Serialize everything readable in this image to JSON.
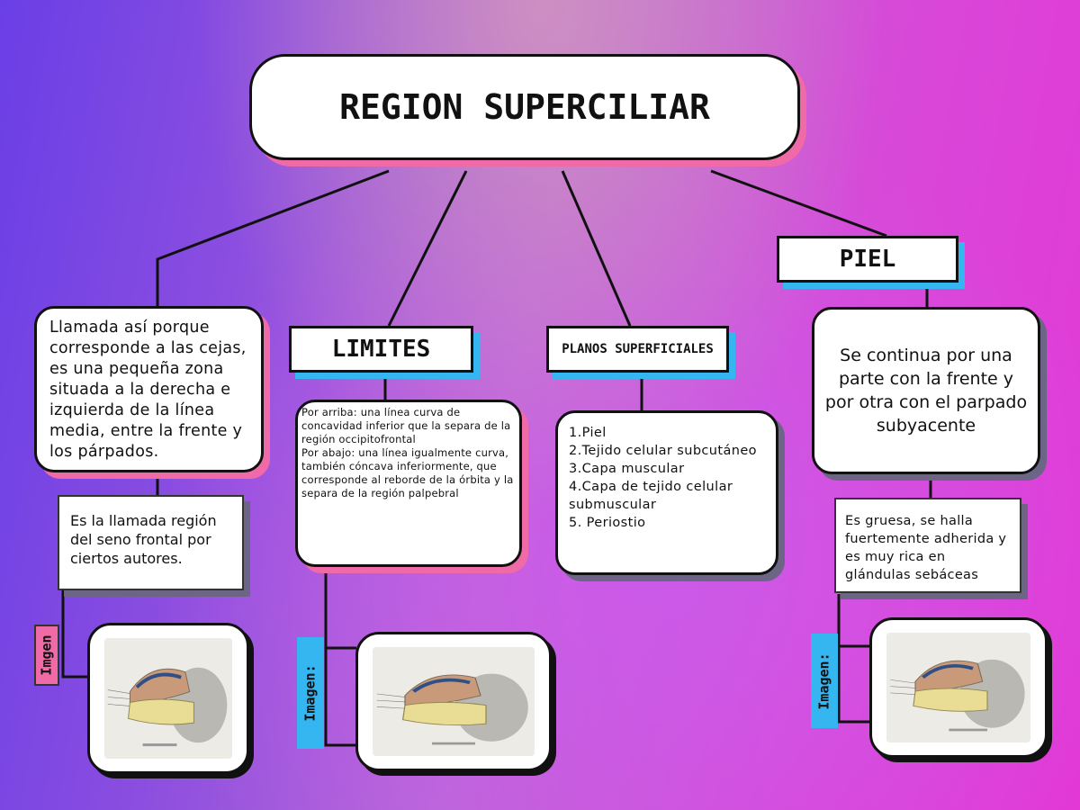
{
  "title": "REGION SUPERCILIAR",
  "left": {
    "description": "Llamada así porque corresponde a las cejas, es una pequeña zona situada a la derecha e izquierda de la línea media, entre la frente y los párpados.",
    "note": "Es la llamada región del seno frontal por ciertos autores.",
    "image_label": "Imgen"
  },
  "limites": {
    "label": "LIMITES",
    "text": "Por arriba: una línea curva de concavidad inferior que la separa de la región occipitofrontal\nPor abajo: una línea igualmente curva, también cóncava inferiormente, que corresponde al reborde de la órbita y la separa de la región palpebral",
    "image_label": "Imagen:"
  },
  "planos": {
    "label": "PLANOS SUPERFICIALES",
    "items": [
      "1.Piel",
      "2.Tejido celular subcutáneo",
      "3.Capa muscular",
      "4.Capa de tejido celular submuscular",
      "5. Periostio"
    ]
  },
  "piel": {
    "label": "PIEL",
    "description": "Se continua por una parte con la frente y por otra con el parpado subyacente",
    "note": "Es gruesa, se halla fuertemente adherida y es muy rica en glándulas sebáceas",
    "image_label": "Imagen:"
  },
  "colors": {
    "pink_shadow": "#f06aa8",
    "blue_shadow": "#35b6f0",
    "outline": "#111111"
  },
  "icons": {
    "anatomy_image": "anatomy-illustration-icon"
  }
}
